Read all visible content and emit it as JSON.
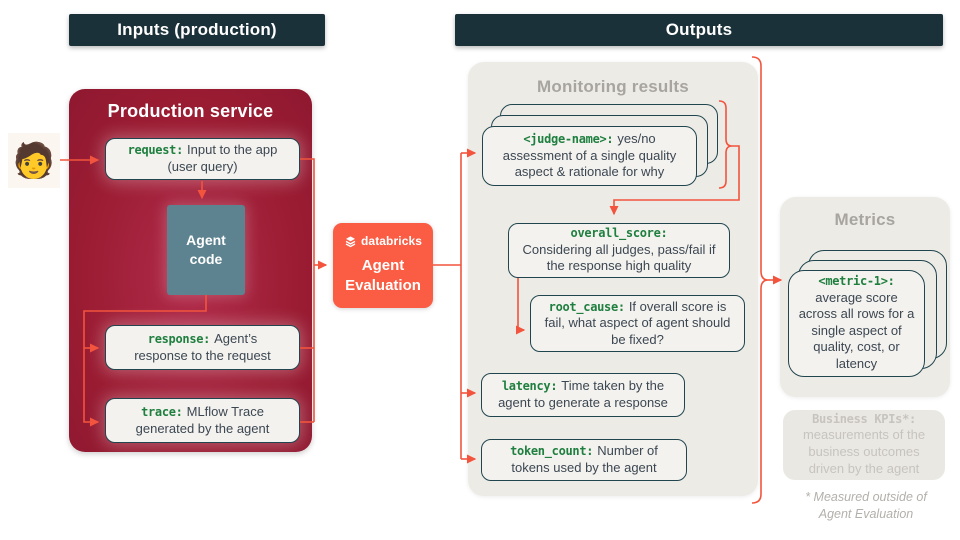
{
  "colors": {
    "header_bg": "#1b3139",
    "maroon": "#9b1c33",
    "orange": "#fb5c44",
    "panel_bg": "#ecebe6",
    "card_bg": "#f4f2ee",
    "card_border": "#21454f",
    "code_green": "#1e7f3f",
    "arrow": "#f2543d",
    "muted_gray": "#a8a5a0",
    "agent_code_bg": "#5d8290"
  },
  "headers": {
    "inputs": "Inputs (production)",
    "outputs": "Outputs"
  },
  "person_emoji": "🧑",
  "production": {
    "title": "Production service",
    "request": {
      "code": "request:",
      "text": "Input to the app (user query)"
    },
    "agent_code": "Agent code",
    "response": {
      "code": "response:",
      "text": "Agent’s response to the request"
    },
    "trace": {
      "code": "trace:",
      "text": "MLflow Trace generated by the agent"
    }
  },
  "evaluation": {
    "brand": "databricks",
    "label": "Agent Evaluation"
  },
  "monitoring": {
    "title": "Monitoring results",
    "judge": {
      "code": "<judge-name>:",
      "text": "yes/no assessment of a single quality aspect & rationale for why"
    },
    "overall": {
      "code": "overall_score:",
      "text": "Considering all judges, pass/fail if the response high quality"
    },
    "root_cause": {
      "code": "root_cause:",
      "text": "If overall score is fail, what aspect of agent should be fixed?"
    },
    "latency": {
      "code": "latency:",
      "text": "Time taken by the agent to generate a response"
    },
    "token_count": {
      "code": "token_count:",
      "text": "Number of tokens used by the agent"
    }
  },
  "metrics": {
    "title": "Metrics",
    "metric": {
      "code": "<metric-1>:",
      "text": "average score across all rows for a single aspect of quality, cost, or latency"
    },
    "business_kpis": {
      "code": "Business KPIs*:",
      "text": "measurements of the business outcomes driven by the agent"
    },
    "footnote": "* Measured outside of Agent Evaluation"
  }
}
